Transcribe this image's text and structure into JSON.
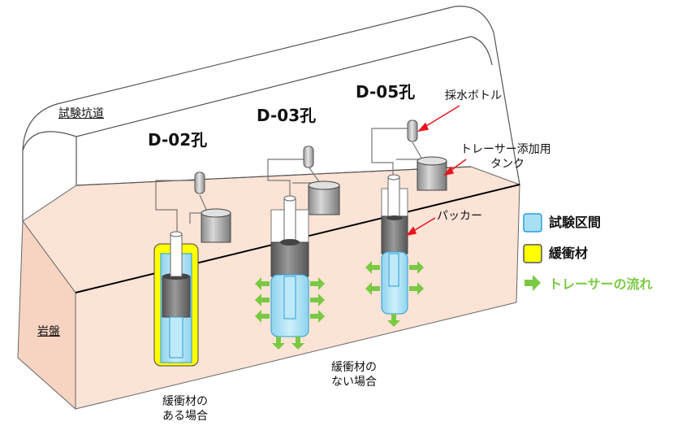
{
  "labels": {
    "tunnel": "試験坑道",
    "rock": "岩盤",
    "hole_d02": "D-02孔",
    "hole_d03": "D-03孔",
    "hole_d05": "D-05孔",
    "sampling_bottle": "採水ボトル",
    "tracer_tank_line1": "トレーサー添加用",
    "tracer_tank_line2": "タンク",
    "packer": "パッカー",
    "with_buffer_line1": "緩衝材の",
    "with_buffer_line2": "ある場合",
    "without_buffer_line1": "緩衝材の",
    "without_buffer_line2": "ない場合"
  },
  "legend": [
    {
      "label": "試験区間",
      "color": "#a8dff3",
      "border": "#2a9fd6",
      "icon": "test-section-swatch"
    },
    {
      "label": "緩衝材",
      "color": "#ffff00",
      "border": "#555555",
      "icon": "buffer-material-swatch"
    },
    {
      "label": "トレーサーの流れ",
      "color": "#7ac943",
      "icon": "green-arrow-icon"
    }
  ],
  "colors": {
    "rock": "#fbe3d6",
    "test_section": "#a8dff3",
    "buffer": "#ffff00",
    "packer": "#7f7f7f",
    "flow_arrow": "#7ac943",
    "pointer_arrow": "#e8141d"
  }
}
